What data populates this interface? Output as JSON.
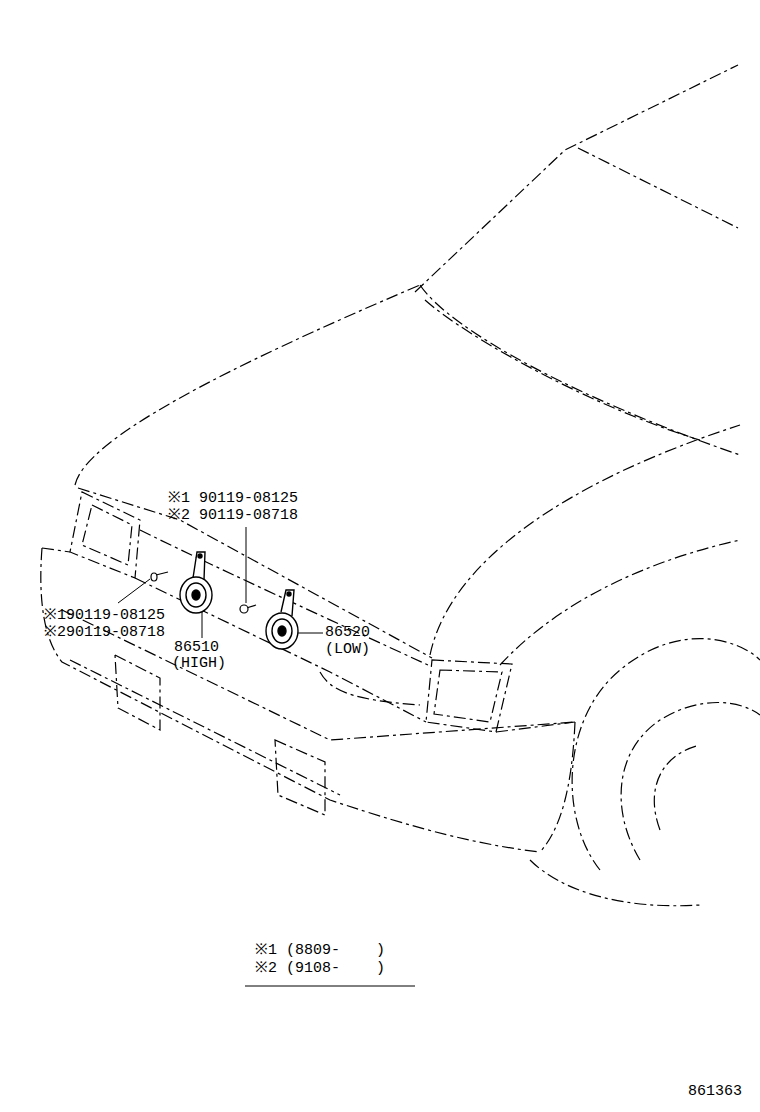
{
  "diagram": {
    "labels": [
      "※1 90119-08125",
      "※2 90119-08718",
      "※190119-08125",
      "※290119-08718",
      "86510",
      "(HIGH)",
      "86520",
      "(LOW)",
      "※1 (8809-    )",
      "※2 (9108-    )",
      "861363"
    ]
  }
}
